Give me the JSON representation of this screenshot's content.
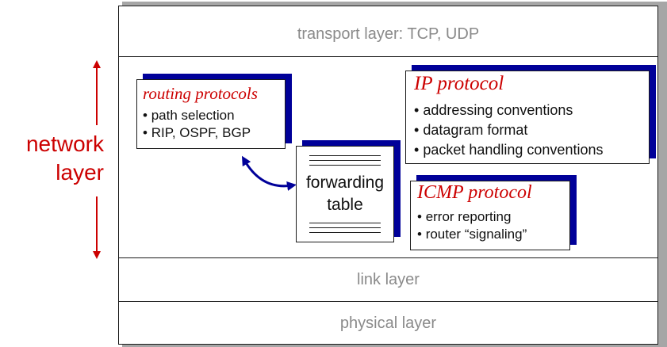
{
  "layers": {
    "transport": "transport layer: TCP, UDP",
    "link": "link layer",
    "physical": "physical layer"
  },
  "network_label": {
    "line1": "network",
    "line2": "layer"
  },
  "routing_box": {
    "title": "routing protocols",
    "items": [
      "path selection",
      "RIP, OSPF, BGP"
    ]
  },
  "ip_box": {
    "title": "IP protocol",
    "items": [
      "addressing conventions",
      "datagram format",
      "packet handling conventions"
    ]
  },
  "icmp_box": {
    "title": "ICMP protocol",
    "items": [
      "error reporting",
      "router “signaling”"
    ]
  },
  "forwarding_table": {
    "line1": "forwarding",
    "line2": "table"
  },
  "colors": {
    "accent_red": "#cc0000",
    "shadow_navy": "#000099",
    "arrow_blue": "#000099",
    "layer_gray": "#8a8a8a"
  }
}
